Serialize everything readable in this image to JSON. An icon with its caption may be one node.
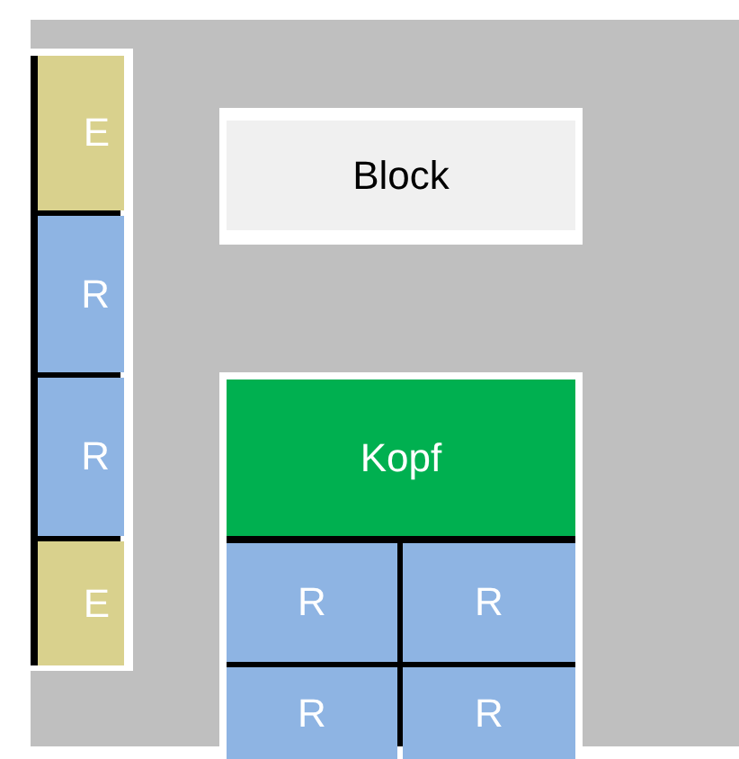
{
  "diagram": {
    "nodes": [
      {
        "text": [
          "E"
        ]
      },
      {
        "text": [
          "R"
        ]
      },
      {
        "text": [
          "R"
        ]
      },
      {
        "text": [
          "E"
        ]
      },
      {
        "text": [
          "Block"
        ]
      },
      {
        "text": [
          "Kopf"
        ]
      },
      {
        "text": [
          "R"
        ]
      },
      {
        "text": [
          "R"
        ]
      },
      {
        "text": [
          "R"
        ]
      },
      {
        "text": [
          "R"
        ]
      }
    ]
  }
}
